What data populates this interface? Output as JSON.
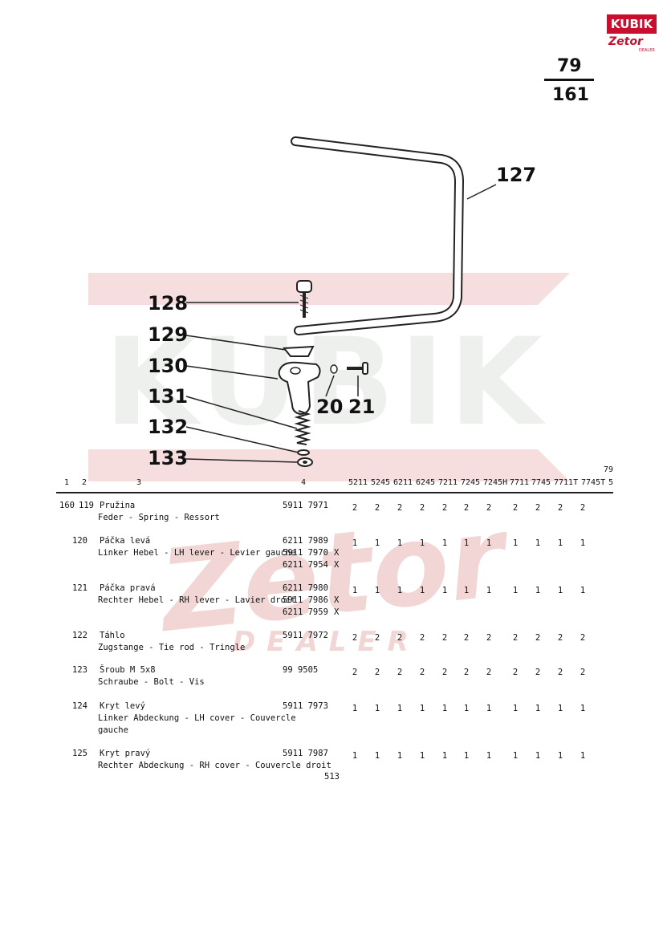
{
  "logo": {
    "top_text": "KUBIK",
    "brand_text": "Zetor",
    "sub_text": "DEALER"
  },
  "watermark": {
    "top_text": "KUBIK",
    "brand_text": "Zetor",
    "sub_text": "DEALER"
  },
  "page_ref": {
    "top": "79",
    "bottom": "161"
  },
  "callouts": [
    "127",
    "128",
    "129",
    "130",
    "131",
    "132",
    "133",
    "20",
    "21"
  ],
  "table": {
    "header": {
      "c1": "1",
      "c2": "2",
      "c3": "3",
      "c4": "4",
      "models": [
        "5211",
        "5245",
        "6211",
        "6245",
        "7211",
        "7245",
        "7245H",
        "7711",
        "7745",
        "7711T",
        "7745T"
      ],
      "c5_top": "79",
      "c5": "5"
    },
    "rows": [
      {
        "pos": "160",
        "item": "119",
        "lines": [
          "Pružina",
          "Feder - Spring - Ressort"
        ],
        "parts": [
          {
            "no": "5911 7971",
            "x": ""
          }
        ],
        "qty": [
          "2",
          "2",
          "2",
          "2",
          "2",
          "2",
          "2",
          "2",
          "2",
          "2",
          "2"
        ]
      },
      {
        "pos": "",
        "item": "120",
        "lines": [
          "Páčka levá",
          "Linker Hebel - LH lever - Levier gauche"
        ],
        "parts": [
          {
            "no": "6211 7989",
            "x": ""
          },
          {
            "no": "5911 7970",
            "x": "X"
          },
          {
            "no": "6211 7954",
            "x": "X"
          }
        ],
        "qty": [
          "1",
          "1",
          "1",
          "1",
          "1",
          "1",
          "1",
          "1",
          "1",
          "1",
          "1"
        ]
      },
      {
        "pos": "",
        "item": "121",
        "lines": [
          "Páčka pravá",
          "Rechter Hebel - RH lever - Lavier droit"
        ],
        "parts": [
          {
            "no": "6211 7980",
            "x": ""
          },
          {
            "no": "5911 7986",
            "x": "X"
          },
          {
            "no": "6211 7959",
            "x": "X"
          }
        ],
        "qty": [
          "1",
          "1",
          "1",
          "1",
          "1",
          "1",
          "1",
          "1",
          "1",
          "1",
          "1"
        ]
      },
      {
        "pos": "",
        "item": "122",
        "lines": [
          "Táhlo",
          "Zugstange - Tie rod - Tringle"
        ],
        "parts": [
          {
            "no": "5911 7972",
            "x": ""
          }
        ],
        "qty": [
          "2",
          "2",
          "2",
          "2",
          "2",
          "2",
          "2",
          "2",
          "2",
          "2",
          "2"
        ]
      },
      {
        "pos": "",
        "item": "123",
        "lines": [
          "Šroub M 5x8",
          "Schraube - Bolt - Vis"
        ],
        "parts": [
          {
            "no": "99 9505",
            "x": ""
          }
        ],
        "qty": [
          "2",
          "2",
          "2",
          "2",
          "2",
          "2",
          "2",
          "2",
          "2",
          "2",
          "2"
        ]
      },
      {
        "pos": "",
        "item": "124",
        "lines": [
          "Kryt levý",
          "Linker Abdeckung - LH cover - Couvercle",
          "gauche"
        ],
        "parts": [
          {
            "no": "5911 7973",
            "x": ""
          }
        ],
        "qty": [
          "1",
          "1",
          "1",
          "1",
          "1",
          "1",
          "1",
          "1",
          "1",
          "1",
          "1"
        ]
      },
      {
        "pos": "",
        "item": "125",
        "lines": [
          "Kryt pravý",
          "Rechter Abdeckung - RH cover - Couvercle droit"
        ],
        "parts": [
          {
            "no": "5911 7987",
            "x": ""
          }
        ],
        "qty": [
          "1",
          "1",
          "1",
          "1",
          "1",
          "1",
          "1",
          "1",
          "1",
          "1",
          "1"
        ]
      }
    ]
  },
  "page_number": "513"
}
